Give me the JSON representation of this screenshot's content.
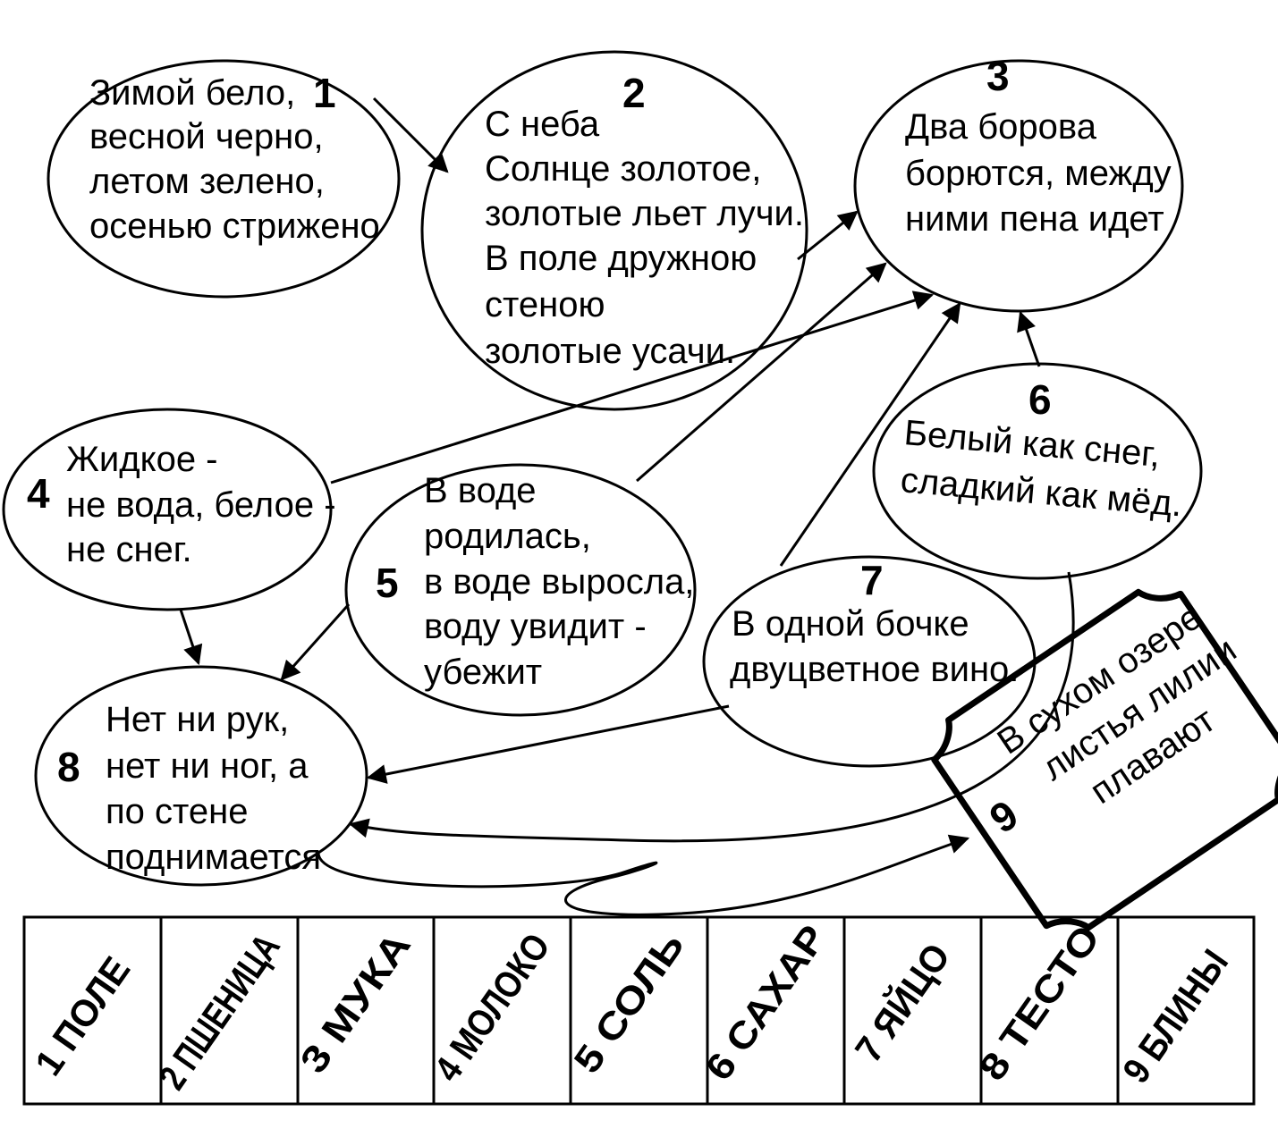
{
  "colors": {
    "ink": "#000000",
    "paper": "#ffffff"
  },
  "riddles": [
    {
      "number": "1",
      "lines": [
        "Зимой бело,",
        "весной черно,",
        "летом зелено,",
        "осенью стрижено"
      ]
    },
    {
      "number": "2",
      "lines": [
        "С неба",
        "Солнце золотое,",
        "золотые льет лучи.",
        "В поле дружною",
        "стеною",
        "золотые усачи."
      ]
    },
    {
      "number": "3",
      "lines": [
        "Два борова",
        "борются, между",
        "ними пена идет"
      ]
    },
    {
      "number": "4",
      "lines": [
        "Жидкое -",
        "не вода, белое -",
        "не снег."
      ]
    },
    {
      "number": "5",
      "lines": [
        "В воде",
        "родилась,",
        "в воде выросла,",
        "воду увидит -",
        "убежит"
      ]
    },
    {
      "number": "6",
      "lines": [
        "Белый как снег,",
        "сладкий как мёд."
      ]
    },
    {
      "number": "7",
      "lines": [
        "В одной бочке",
        "двуцветное вино."
      ]
    },
    {
      "number": "8",
      "lines": [
        "Нет ни рук,",
        "нет ни ног, а",
        "по стене",
        "поднимается"
      ]
    },
    {
      "number": "9",
      "lines": [
        "В сухом озере",
        "листья лилии",
        "плавают"
      ]
    }
  ],
  "answers": [
    "1 ПОЛЕ",
    "2 ПШЕНИЦА",
    "3 МУКА",
    "4 МОЛОКО",
    "5 СОЛЬ",
    "6 САХАР",
    "7 ЯЙЦО",
    "8 ТЕСТО",
    "9 БЛИНЫ"
  ],
  "flow": [
    {
      "from": "1",
      "to": "2"
    },
    {
      "from": "2",
      "to": "3"
    },
    {
      "from": "4",
      "to": "3"
    },
    {
      "from": "5",
      "to": "3"
    },
    {
      "from": "7",
      "to": "3"
    },
    {
      "from": "6",
      "to": "3"
    },
    {
      "from": "4",
      "to": "8"
    },
    {
      "from": "5",
      "to": "8"
    },
    {
      "from": "7",
      "to": "8"
    },
    {
      "from": "6",
      "to": "8"
    },
    {
      "from": "8",
      "to": "9"
    }
  ]
}
